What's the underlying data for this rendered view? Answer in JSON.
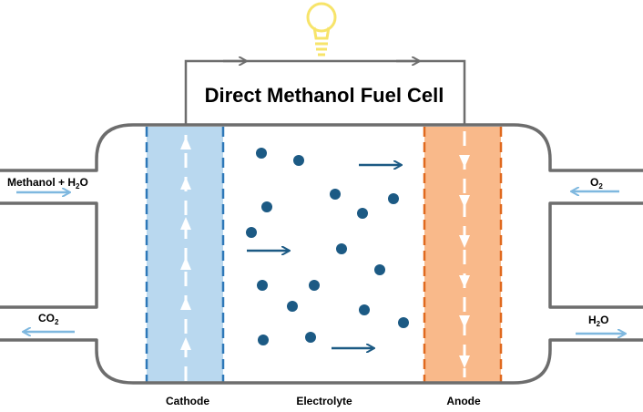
{
  "title": "Direct Methanol Fuel Cell",
  "inlets": {
    "methanol_prefix": "Methanol + H",
    "methanol_sub": "2",
    "methanol_suffix": "O",
    "o2_prefix": "O",
    "o2_sub": "2",
    "co2_prefix": "CO",
    "co2_sub": "2",
    "h2o_prefix": "H",
    "h2o_sub": "2",
    "h2o_suffix": "O"
  },
  "regions": {
    "cathode": "Cathode",
    "electrolyte": "Electrolyte",
    "anode": "Anode"
  },
  "colors": {
    "outline": "#6d6d6d",
    "cathode_fill": "#b9d8ef",
    "cathode_border": "#2e78b8",
    "anode_fill": "#f9b98a",
    "anode_border": "#e0691e",
    "particle": "#1c5a84",
    "arrow_dark": "#1c5a84",
    "arrow_light": "#7fb8df",
    "bulb": "#f7e46a"
  },
  "icons": {
    "bulb": "lightbulb-icon"
  }
}
